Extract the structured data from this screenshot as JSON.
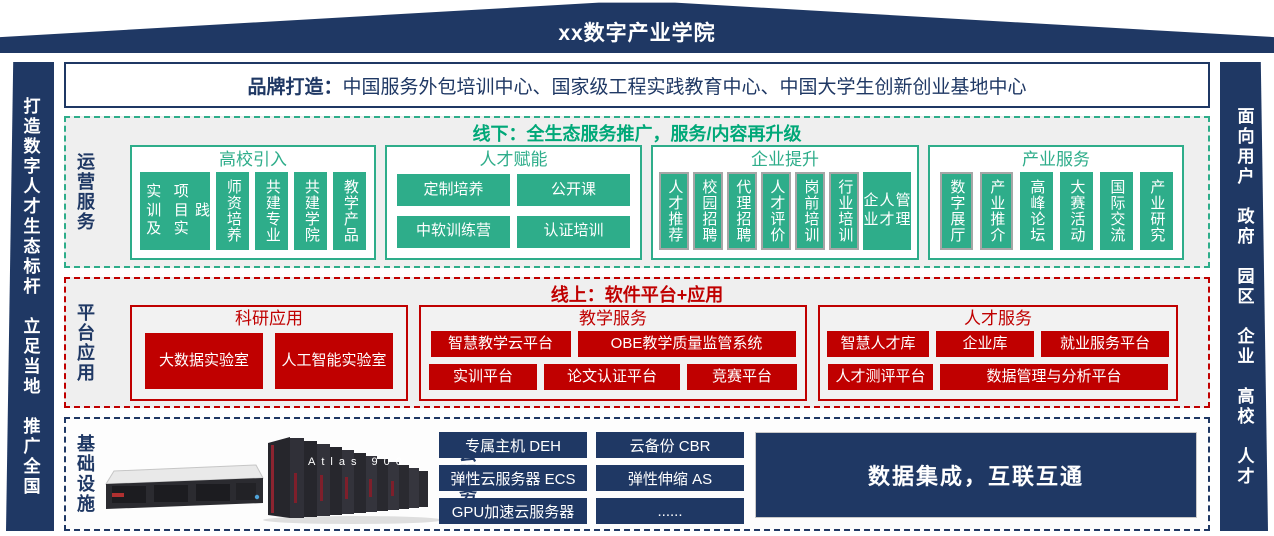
{
  "banner": {
    "title": "xx数字产业学院"
  },
  "sidebars": {
    "left": "打造数字人才生态标杆　立足当地　推广全国",
    "right": "面向用户　政府　园区　企业　高校　人才"
  },
  "brand": {
    "label": "品牌打造：",
    "text": "中国服务外包培训中心、国家级工程实践教育中心、中国大学生创新创业基地中心"
  },
  "operation": {
    "side_label": "运营服务",
    "title": "线下：全生态服务推广，服务/内容再升级",
    "groups": [
      {
        "title": "高校引入",
        "first_item_lines": [
          "实训及",
          "项目实",
          "践"
        ],
        "vertical_items": [
          "师资培养",
          "共建专业",
          "共建学院",
          "教学产品"
        ]
      },
      {
        "title": "人才赋能",
        "items": [
          "定制培养",
          "公开课",
          "中软训练营",
          "认证培训"
        ]
      },
      {
        "title": "企业提升",
        "vertical_items": [
          "人才推荐",
          "校园招聘",
          "代理招聘",
          "人才评价",
          "岗前培训",
          "行业培训"
        ],
        "last_item_lines": [
          "企业",
          "人才",
          "管理"
        ]
      },
      {
        "title": "产业服务",
        "vertical_items": [
          "数字展厅",
          "产业推介",
          "高峰论坛",
          "大赛活动",
          "国际交流",
          "产业研究"
        ]
      }
    ]
  },
  "platform": {
    "side_label": "平台应用",
    "title": "线上：软件平台+应用",
    "groups": [
      {
        "title": "科研应用",
        "items_lines": [
          [
            "大数据",
            "实验室"
          ],
          [
            "人工智能",
            "实验室"
          ]
        ]
      },
      {
        "title": "教学服务",
        "row1": [
          "智慧教学云平台",
          "OBE教学质量监管系统"
        ],
        "row2": [
          "实训平台",
          "论文认证平台",
          "竞赛平台"
        ]
      },
      {
        "title": "人才服务",
        "row1": [
          "智慧人才库",
          "企业库",
          "就业服务平台"
        ],
        "row2": [
          "人才测评平台",
          "数据管理与分析平台"
        ]
      }
    ]
  },
  "infrastructure": {
    "side_label": "基础设施",
    "cloud_label": "云服务",
    "cloud_items": [
      "专属主机 DEH",
      "云备份 CBR",
      "弹性云服务器 ECS",
      "弹性伸缩 AS",
      "GPU加速云服务器",
      "......"
    ],
    "server_cluster_label": "Atlas 900",
    "integration_text": "数据集成，互联互通"
  },
  "colors": {
    "navy": "#1F3864",
    "green": "#2EAD8A",
    "green_title": "#00A878",
    "red": "#C00000",
    "section_bg": "#EFEFEF",
    "item_gray_border": "#A6A6A6",
    "white": "#FFFFFF"
  }
}
